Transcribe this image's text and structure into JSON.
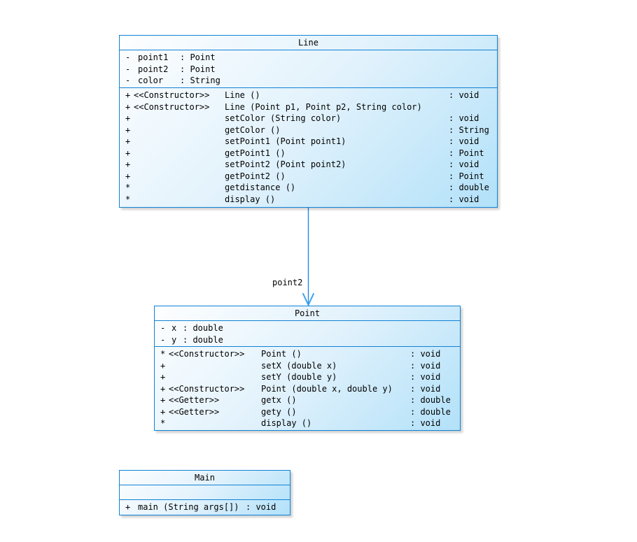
{
  "diagram": {
    "connector": {
      "label": "point2"
    },
    "classes": [
      {
        "title": "Line",
        "attributes": [
          {
            "visibility": "-",
            "name": "point1",
            "type": ": Point"
          },
          {
            "visibility": "-",
            "name": "point2",
            "type": ": Point"
          },
          {
            "visibility": "-",
            "name": "color",
            "type": ": String"
          }
        ],
        "methods": [
          {
            "visibility": "+",
            "stereotype": "<<Constructor>>",
            "signature": "Line ()",
            "returns": ": void"
          },
          {
            "visibility": "+",
            "stereotype": "<<Constructor>>",
            "signature": "Line (Point p1, Point p2, String color)",
            "returns": ""
          },
          {
            "visibility": "+",
            "stereotype": "",
            "signature": "setColor (String color)",
            "returns": ": void"
          },
          {
            "visibility": "+",
            "stereotype": "",
            "signature": "getColor ()",
            "returns": ": String"
          },
          {
            "visibility": "+",
            "stereotype": "",
            "signature": "setPoint1 (Point point1)",
            "returns": ": void"
          },
          {
            "visibility": "+",
            "stereotype": "",
            "signature": "getPoint1 ()",
            "returns": ": Point"
          },
          {
            "visibility": "+",
            "stereotype": "",
            "signature": "setPoint2 (Point point2)",
            "returns": ": void"
          },
          {
            "visibility": "+",
            "stereotype": "",
            "signature": "getPoint2 ()",
            "returns": ": Point"
          },
          {
            "visibility": "*",
            "stereotype": "",
            "signature": "getdistance ()",
            "returns": ": double"
          },
          {
            "visibility": "*",
            "stereotype": "",
            "signature": "display ()",
            "returns": ": void"
          }
        ]
      },
      {
        "title": "Point",
        "attributes": [
          {
            "visibility": "-",
            "name": "x",
            "type": ": double"
          },
          {
            "visibility": "-",
            "name": "y",
            "type": ": double"
          }
        ],
        "methods": [
          {
            "visibility": "*",
            "stereotype": "<<Constructor>>",
            "signature": "Point ()",
            "returns": ": void"
          },
          {
            "visibility": "+",
            "stereotype": "",
            "signature": "setX (double x)",
            "returns": ": void"
          },
          {
            "visibility": "+",
            "stereotype": "",
            "signature": "setY (double y)",
            "returns": ": void"
          },
          {
            "visibility": "+",
            "stereotype": "<<Constructor>>",
            "signature": "Point (double x, double y)",
            "returns": ": void"
          },
          {
            "visibility": "+",
            "stereotype": "<<Getter>>",
            "signature": "getx ()",
            "returns": ": double"
          },
          {
            "visibility": "+",
            "stereotype": "<<Getter>>",
            "signature": "gety ()",
            "returns": ": double"
          },
          {
            "visibility": "*",
            "stereotype": "",
            "signature": "display ()",
            "returns": ": void"
          }
        ]
      },
      {
        "title": "Main",
        "attributes": [],
        "methods": [
          {
            "visibility": "+",
            "stereotype": "",
            "signature": "main (String args[])",
            "returns": ": void"
          }
        ]
      }
    ]
  },
  "colors": {
    "box_border": "#1182d4",
    "box_fill_start": "#fdfeff",
    "box_fill_end": "#b2e1f9",
    "arrow_line": "#1e8ce6",
    "arrow_head": "#3ba1f0",
    "text": "#000000"
  }
}
